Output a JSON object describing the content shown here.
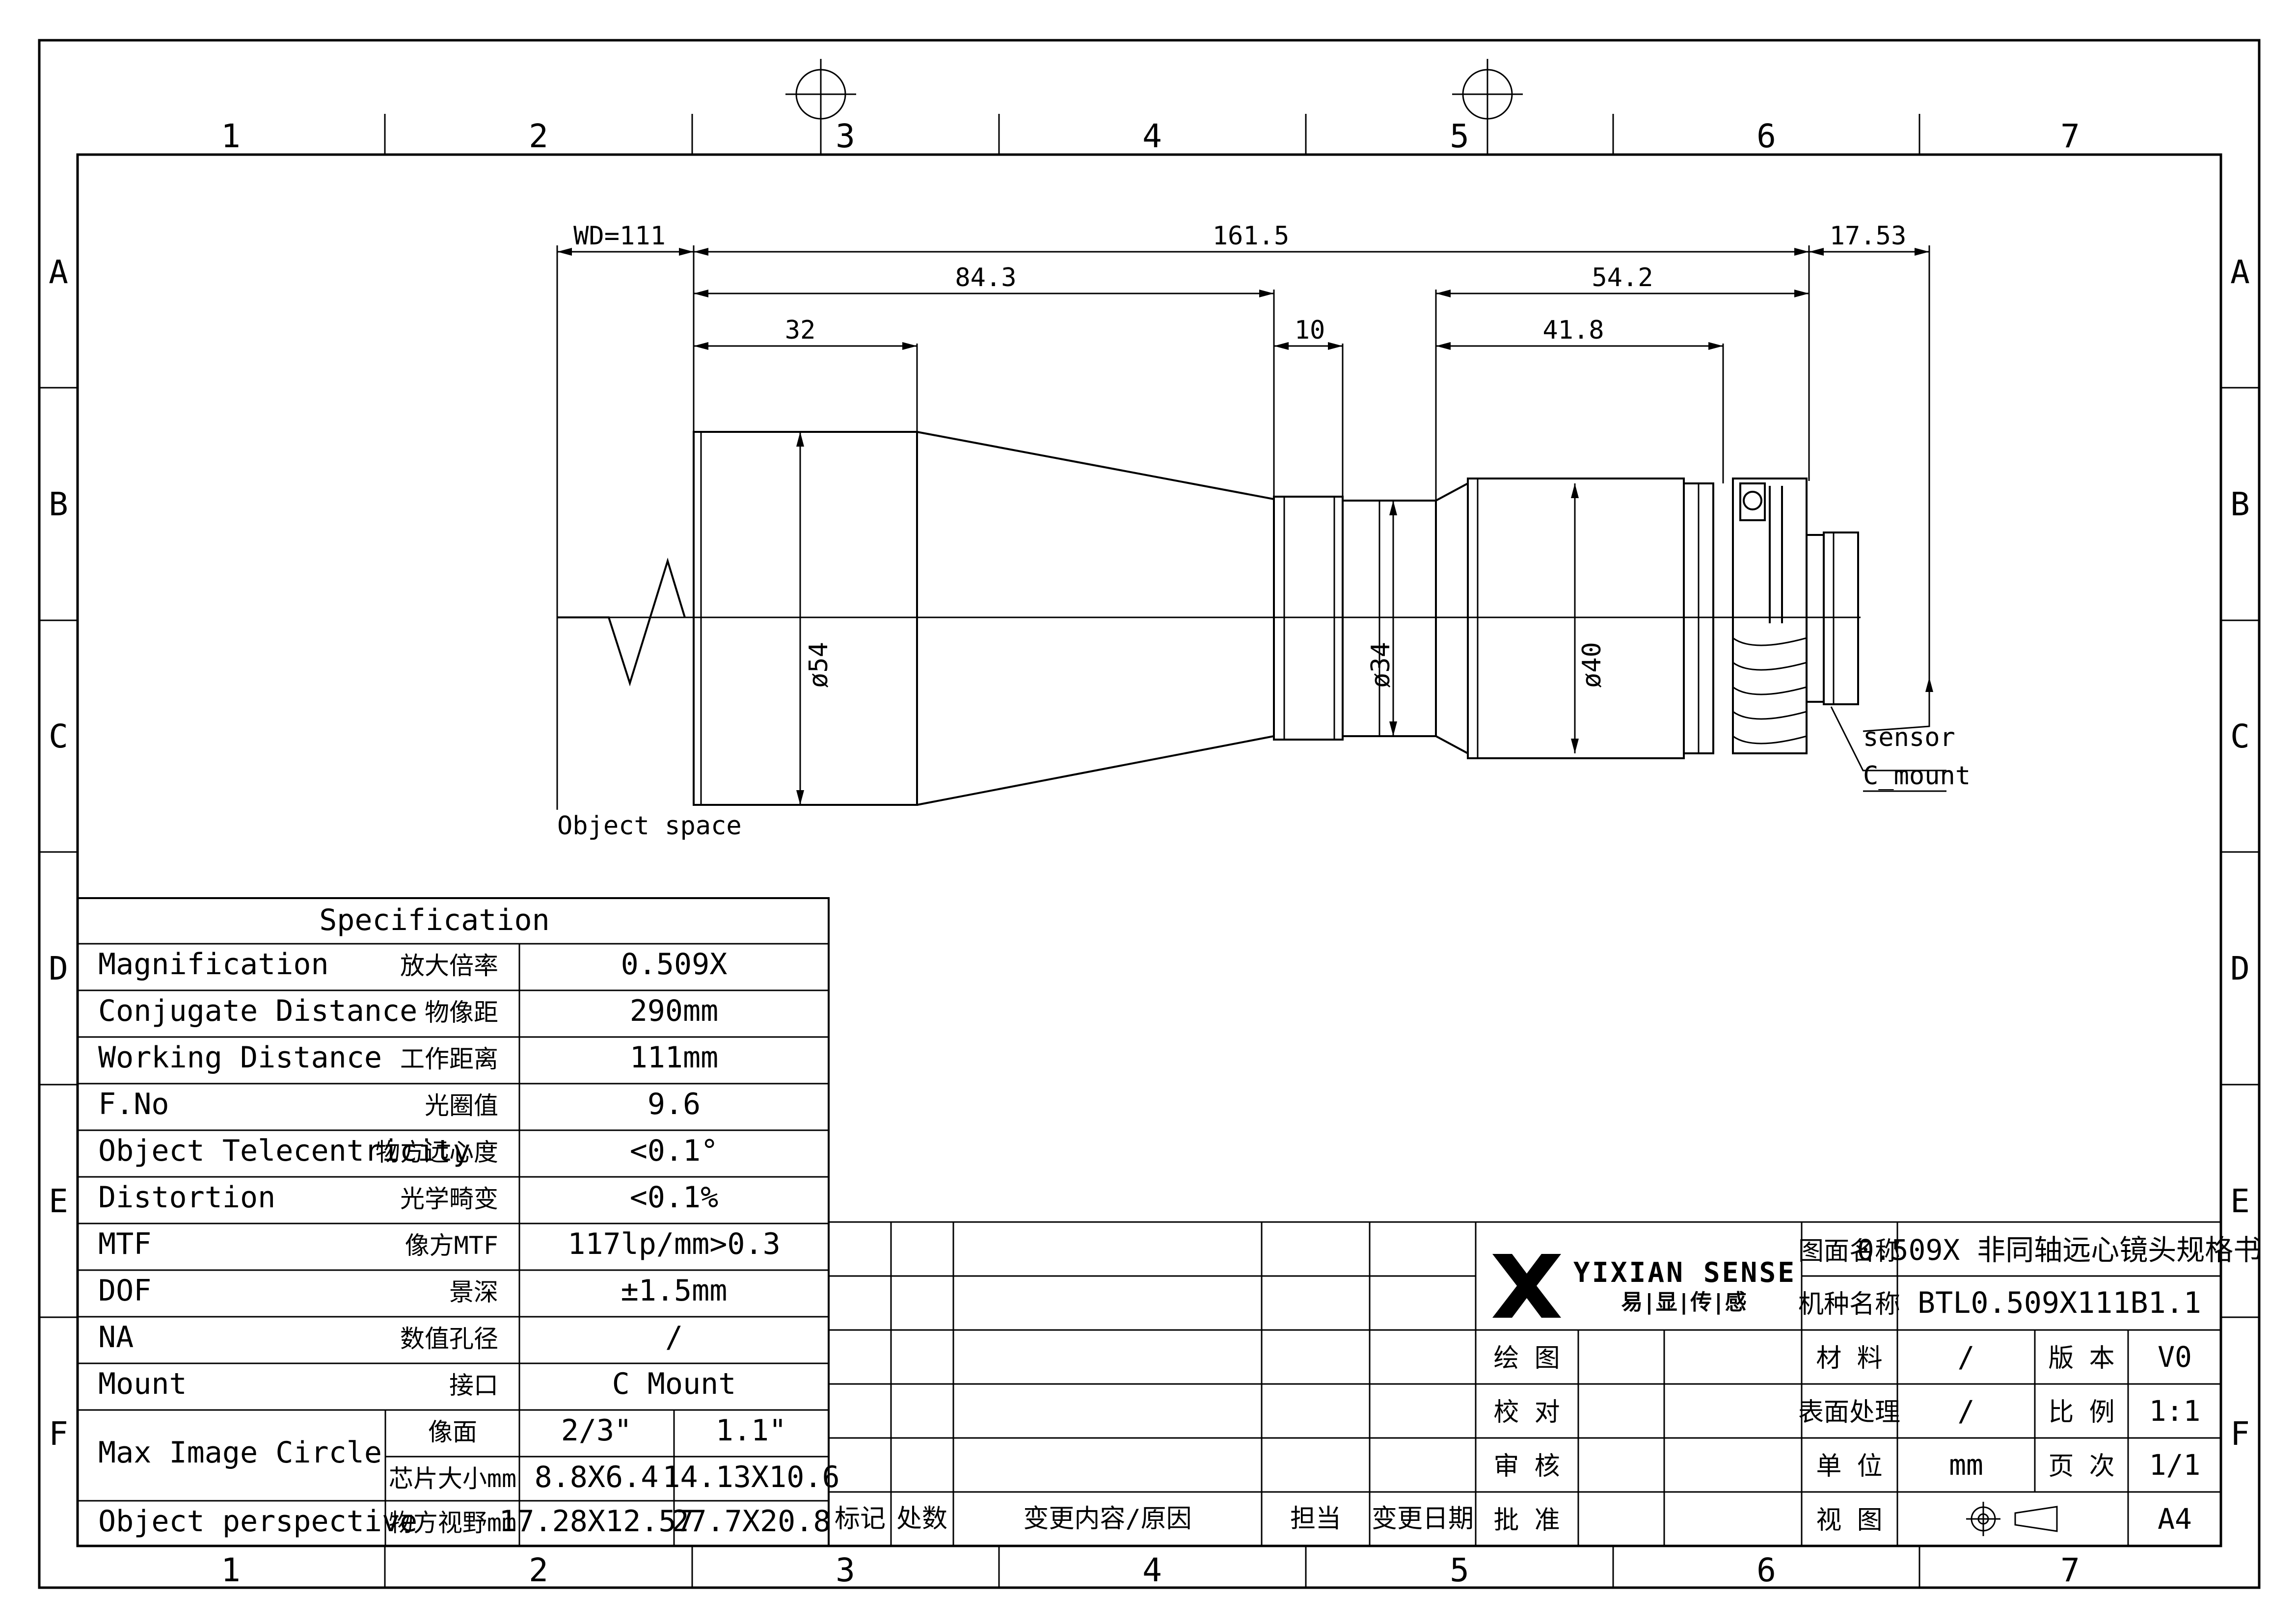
{
  "grid": {
    "columns": [
      "1",
      "2",
      "3",
      "4",
      "5",
      "6",
      "7"
    ],
    "rows": [
      "A",
      "B",
      "C",
      "D",
      "E",
      "F"
    ]
  },
  "dimensions": {
    "wd": "WD=111",
    "total": "161.5",
    "back": "17.53",
    "front_group": "84.3",
    "rear_group": "54.2",
    "front_barrel": "32",
    "waist": "10",
    "rear_barrel": "41.8",
    "d_front": "ø54",
    "d_waist": "ø34",
    "d_rear": "ø40"
  },
  "labels": {
    "object_space": "Object space",
    "sensor": "sensor",
    "c_mount": "C_mount"
  },
  "spec": {
    "title": "Specification",
    "rows": [
      {
        "en": "Magnification",
        "zh": "放大倍率",
        "value": "0.509X"
      },
      {
        "en": "Conjugate Distance",
        "zh": "物像距",
        "value": "290mm"
      },
      {
        "en": "Working Distance",
        "zh": "工作距离",
        "value": "111mm"
      },
      {
        "en": "F.No",
        "zh": "光圈值",
        "value": "9.6"
      },
      {
        "en": "Object Telecentricity",
        "zh": "物方远心度",
        "value": "<0.1°"
      },
      {
        "en": "Distortion",
        "zh": "光学畸变",
        "value": "<0.1%"
      },
      {
        "en": "MTF",
        "zh": "像方MTF",
        "value": "117lp/mm>0.3"
      },
      {
        "en": "DOF",
        "zh": "景深",
        "value": "±1.5mm"
      },
      {
        "en": "NA",
        "zh": "数值孔径",
        "value": "/"
      },
      {
        "en": "Mount",
        "zh": "接口",
        "value": "C Mount"
      }
    ],
    "image_circle": {
      "label": "Max Image Circle",
      "row1_zh": "像面",
      "row1_a": "2/3\"",
      "row1_b": "1.1\"",
      "row2_zh": "芯片大小mm",
      "row2_a": "8.8X6.4",
      "row2_b": "14.13X10.6"
    },
    "perspective": {
      "label": "Object perspective",
      "zh": "物方视野mm",
      "a": "17.28X12.57",
      "b": "27.7X20.8"
    }
  },
  "revision": {
    "headers": [
      "标记",
      "处数",
      "变更内容/原因",
      "担当",
      "变更日期"
    ]
  },
  "title_block": {
    "brand": "YIXIAN SENSE",
    "brand_zh": "易|显|传|感",
    "drawing_name_label": "图面名称",
    "drawing_name": "0.509X 非同轴远心镜头规格书",
    "model_label": "机种名称",
    "model": "BTL0.509X111B1.1",
    "draw_label": "绘 图",
    "check_label": "校 对",
    "review_label": "审 核",
    "approve_label": "批 准",
    "material_label": "材 料",
    "material": "/",
    "version_label": "版 本",
    "version": "V0",
    "surface_label": "表面处理",
    "surface": "/",
    "scale_label": "比 例",
    "scale": "1:1",
    "unit_label": "单 位",
    "unit": "mm",
    "page_label": "页 次",
    "page": "1/1",
    "view_label": "视 图",
    "size": "A4"
  }
}
